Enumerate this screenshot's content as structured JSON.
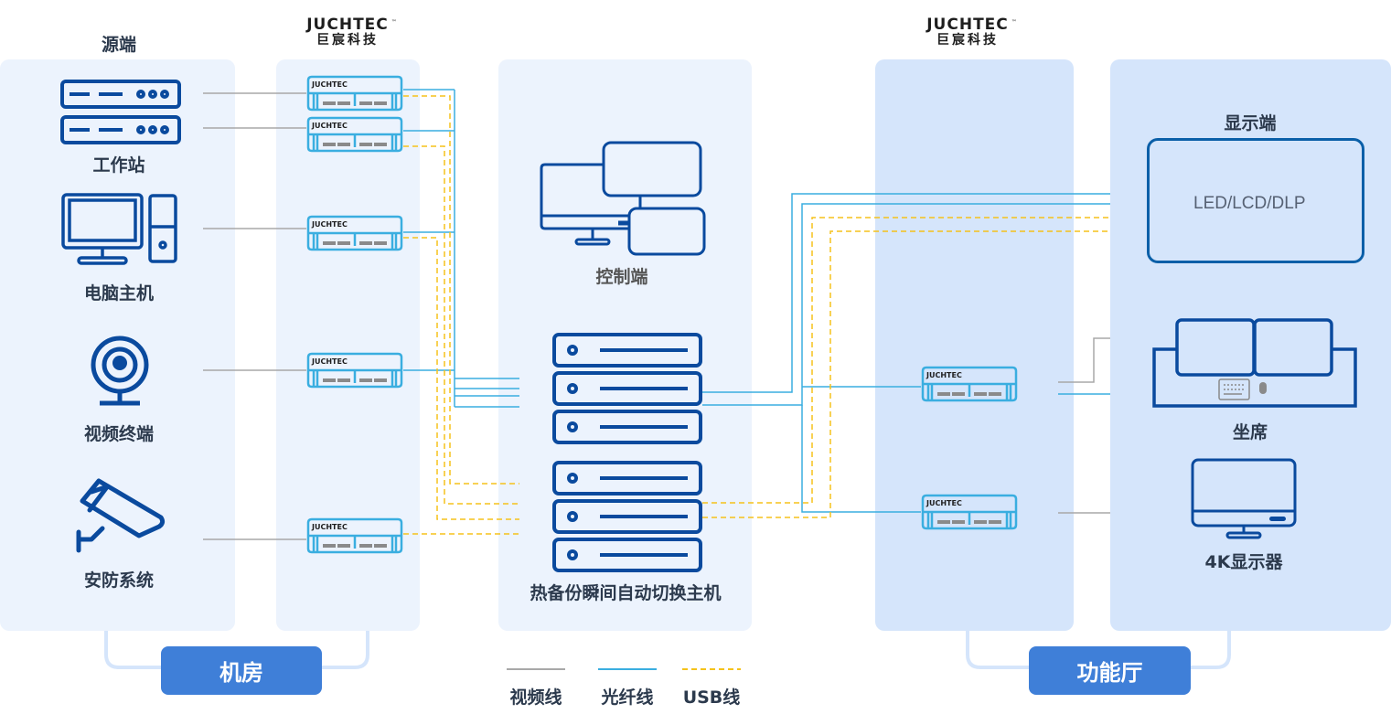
{
  "title": "热备份瞬间自动切换主机 系统拓扑",
  "colors": {
    "video_line": "#a8a8a8",
    "fiber_line": "#3aaee0",
    "usb_line": "#f5c21b",
    "icon_blue": "#0a4a9e",
    "extender_blue": "#3aaee0",
    "zone_button": "#3f7fd8"
  },
  "brand": {
    "name_en": "JUCHTEC",
    "trademark": "™",
    "name_cn": "巨宸科技",
    "device_label": "JUCHTEC"
  },
  "sources": {
    "header": "源端",
    "items": [
      {
        "label": "工作站",
        "icon": "server-rack-icon"
      },
      {
        "label": "电脑主机",
        "icon": "desktop-pc-icon"
      },
      {
        "label": "视频终端",
        "icon": "webcam-icon"
      },
      {
        "label": "安防系统",
        "icon": "cctv-camera-icon"
      }
    ]
  },
  "center": {
    "control_label": "控制端",
    "host_label": "热备份瞬间自动切换主机"
  },
  "display": {
    "header": "显示端",
    "screen_text": "LED/LCD/DLP",
    "seat_label": "坐席",
    "monitor_label": "4K显示器"
  },
  "zones": {
    "machine_room": "机房",
    "function_hall": "功能厅"
  },
  "legend": [
    {
      "label": "视频线",
      "type": "video"
    },
    {
      "label": "光纤线",
      "type": "fiber"
    },
    {
      "label": "USB线",
      "type": "usb"
    }
  ]
}
